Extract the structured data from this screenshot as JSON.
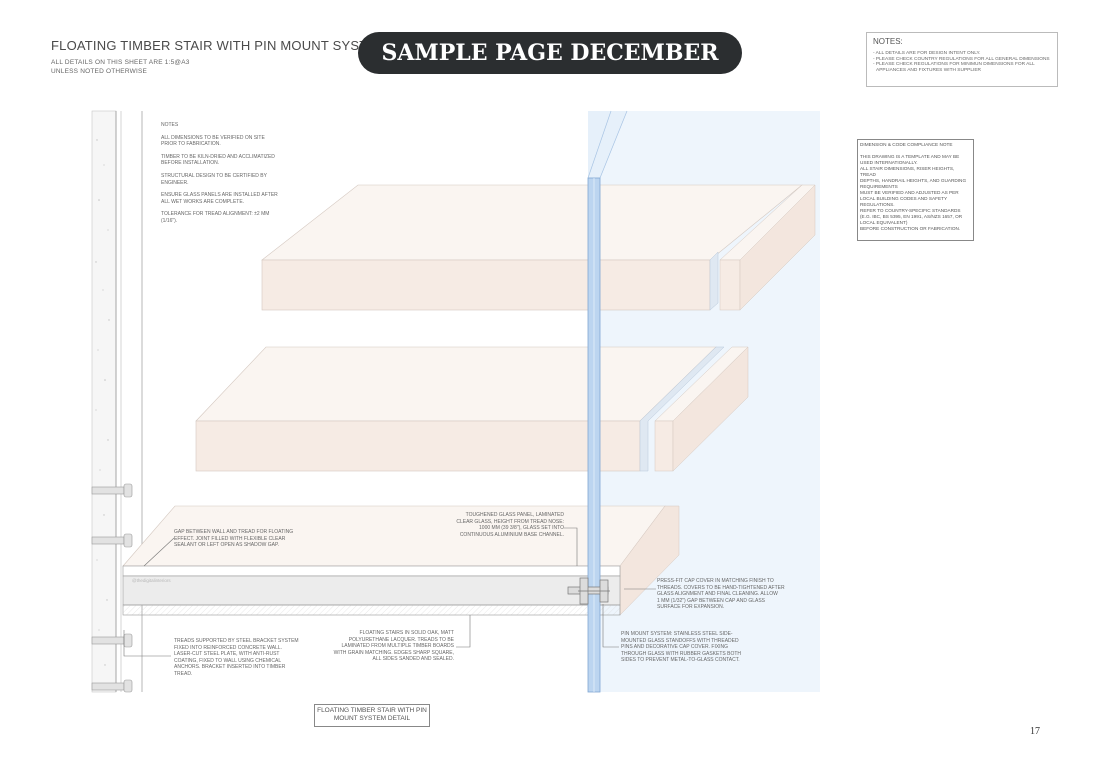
{
  "header": {
    "title": "FLOATING TIMBER STAIR WITH PIN MOUNT SYST",
    "subtitle_1": "ALL DETAILS ON THIS SHEET ARE 1:5@A3",
    "subtitle_2": "UNLESS NOTED OTHERWISE"
  },
  "banner": "SAMPLE PAGE DECEMBER",
  "notes_box": {
    "heading": "NOTES:",
    "lines": [
      "- ALL DETAILS ARE FOR DESIGN INTENT ONLY.",
      "- PLEASE CHECK COUNTRY REGULATIONS FOR ALL GENERAL DIMENSIONS",
      "- PLEASE CHECK REGULATIONS FOR MINIMUN DIMENSIONS FOR ALL",
      "  APPLIANCES AND FIXTURES WITH SUPPLIER"
    ]
  },
  "left_notes": {
    "heading": "NOTES",
    "paragraphs": [
      [
        "ALL DIMENSIONS TO BE VERIFIED ON SITE",
        "PRIOR TO FABRICATION."
      ],
      [
        "TIMBER TO BE KILN-DRIED AND ACCLIMATIZED",
        "BEFORE INSTALLATION."
      ],
      [
        "STRUCTURAL DESIGN TO BE CERTIFIED BY",
        "ENGINEER."
      ],
      [
        "ENSURE GLASS PANELS ARE INSTALLED AFTER",
        "ALL WET WORKS ARE COMPLETE."
      ],
      [
        "TOLERANCE FOR TREAD ALIGNMENT: ±2 MM",
        "(1/16\")."
      ]
    ]
  },
  "compliance": {
    "heading": "DIMENSION & CODE COMPLIANCE NOTE",
    "block1": [
      "THIS DRAWING IS A TEMPLATE AND MAY BE",
      "USED INTERNATIONALLY."
    ],
    "block2": [
      "ALL STAIR DIMENSIONS, RISER HEIGHTS, TREAD",
      "DEPTHS, HANDRAIL HEIGHTS, AND GUARDING",
      "REQUIREMENTS",
      "MUST BE VERIFIED AND ADJUSTED AS PER",
      "LOCAL BUILDING CODES AND SAFETY",
      "REGULATIONS.",
      "REFER TO COUNTRY-SPECIFIC STANDARDS",
      "(E.G. IBC, BS 5395, EN 1991, AS/NZS 1657, OR",
      "LOCAL EQUIVALENT)",
      "BEFORE CONSTRUCTION OR FABRICATION."
    ]
  },
  "annotations": {
    "gap": [
      "GAP BETWEEN WALL AND TREAD FOR FLOATING",
      "EFFECT. JOINT FILLED WITH FLEXIBLE CLEAR",
      "SEALANT OR LEFT OPEN AS SHADOW GAP."
    ],
    "glass": [
      "TOUGHENED GLASS PANEL, LAMINATED",
      "CLEAR GLASS, HEIGHT FROM TREAD NOSE:",
      "1000 MM (39 3/8\"), GLASS SET INTO",
      "CONTINUOUS ALUMINIUM BASE CHANNEL."
    ],
    "cap": [
      "PRESS-FIT CAP COVER IN MATCHING FINISH TO",
      "THREADS. COVERS TO BE HAND-TIGHTENED AFTER",
      "GLASS ALIGNMENT AND FINAL CLEANING. ALLOW",
      "1 MM (1/32\") GAP BETWEEN CAP AND GLASS",
      "SURFACE FOR EXPANSION."
    ],
    "bracket": [
      "TREADS SUPPORTED BY STEEL BRACKET SYSTEM",
      "FIXED INTO REINFORCED CONCRETE  WALL.",
      "LASER-CUT STEEL PLATE, WITH ANTI-RUST",
      "COATING, FIXED TO WALL USING CHEMICAL",
      "ANCHORS. BRACKET INSERTED INTO TIMBER",
      "TREAD."
    ],
    "oak": [
      "FLOATING STAIRS IN SOLID OAK, MATT",
      "POLYURETHANE LACQUER. TREADS TO BE",
      "LAMINATED FROM MULTIPLE TIMBER BOARDS",
      "WITH GRAIN MATCHING. EDGES SHARP SQUARE,",
      "ALL SIDES SANDED AND SEALED."
    ],
    "pin": [
      "PIN MOUNT SYSTEM: STAINLESS STEEL SIDE-",
      "MOUNTED GLASS STANDOFFS WITH THREADED",
      "PINS AND DECORATIVE CAP COVER. FIXING",
      "THROUGH GLASS WITH RUBBER GASKETS BOTH",
      "SIDES TO PREVENT METAL-TO-GLASS CONTACT."
    ]
  },
  "watermark": "@thedigitalinteriors",
  "title_box": [
    "FLOATING TIMBER STAIR WITH PIN",
    "MOUNT SYSTEM DETAIL"
  ],
  "page_number": "17",
  "colors": {
    "timber_face": "#f6ebe4",
    "timber_top": "#faf5f1",
    "glass_zone": "#eef5fc",
    "glass_panel": "#a9c8ea",
    "line": "#9a9a9a"
  }
}
